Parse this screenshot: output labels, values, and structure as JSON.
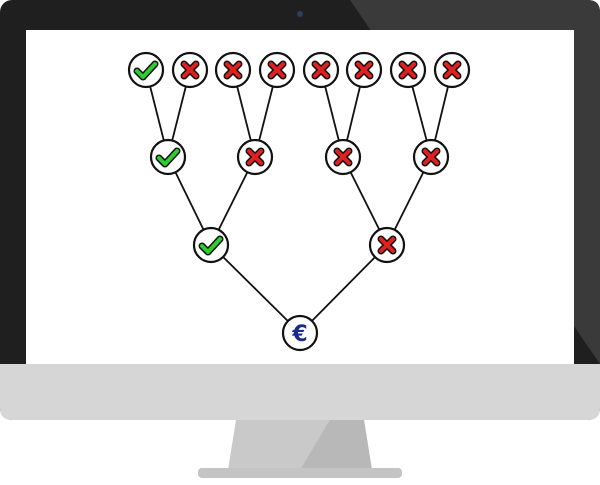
{
  "monitor": {
    "bezel_color": "#1f1f1f",
    "bezel_highlight": "#3a3a3a",
    "chin_color": "#d6d6d6",
    "stand_color": "#c9c9c9",
    "screen_color": "#ffffff",
    "camera_color": "#2a3f5a"
  },
  "colors": {
    "edge": "#111111",
    "check": "#2ecc2e",
    "cross": "#e02020",
    "euro": "#1a2a8c"
  },
  "tree": {
    "root": {
      "id": "root",
      "icon": "euro-icon",
      "symbol": "€"
    },
    "level1": [
      {
        "id": "l1-0",
        "icon": "check-icon",
        "status": "success"
      },
      {
        "id": "l1-1",
        "icon": "cross-icon",
        "status": "fail"
      }
    ],
    "level2": [
      {
        "id": "l2-0",
        "icon": "check-icon",
        "status": "success"
      },
      {
        "id": "l2-1",
        "icon": "cross-icon",
        "status": "fail"
      },
      {
        "id": "l2-2",
        "icon": "cross-icon",
        "status": "fail"
      },
      {
        "id": "l2-3",
        "icon": "cross-icon",
        "status": "fail"
      }
    ],
    "level3": [
      {
        "id": "l3-0",
        "icon": "check-icon",
        "status": "success"
      },
      {
        "id": "l3-1",
        "icon": "cross-icon",
        "status": "fail"
      },
      {
        "id": "l3-2",
        "icon": "cross-icon",
        "status": "fail"
      },
      {
        "id": "l3-3",
        "icon": "cross-icon",
        "status": "fail"
      },
      {
        "id": "l3-4",
        "icon": "cross-icon",
        "status": "fail"
      },
      {
        "id": "l3-5",
        "icon": "cross-icon",
        "status": "fail"
      },
      {
        "id": "l3-6",
        "icon": "cross-icon",
        "status": "fail"
      },
      {
        "id": "l3-7",
        "icon": "cross-icon",
        "status": "fail"
      }
    ]
  }
}
